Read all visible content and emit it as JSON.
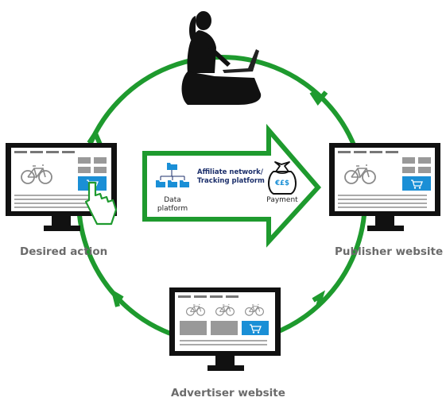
{
  "labels": {
    "desired_action": "Desired action",
    "publisher_website": "Publisher website",
    "advertiser_website": "Advertiser website"
  },
  "center_panel": {
    "network_line1": "Affiliate network/",
    "network_line2": "Tracking platform",
    "data_line1": "Data",
    "data_line2": "platform",
    "payment": "Payment",
    "currency_symbols": "€£$"
  },
  "colors": {
    "cycle_green": "#1e9a2e",
    "monitor_black": "#111111",
    "cart_blue": "#1a8fd6",
    "network_text": "#1c2f6b",
    "caption_gray": "#6b6b6b"
  },
  "icons": [
    "person-with-laptop-icon",
    "bicycle-icon",
    "shopping-cart-icon",
    "pointing-hand-cursor-icon",
    "folder-tree-icon",
    "money-bag-icon"
  ]
}
